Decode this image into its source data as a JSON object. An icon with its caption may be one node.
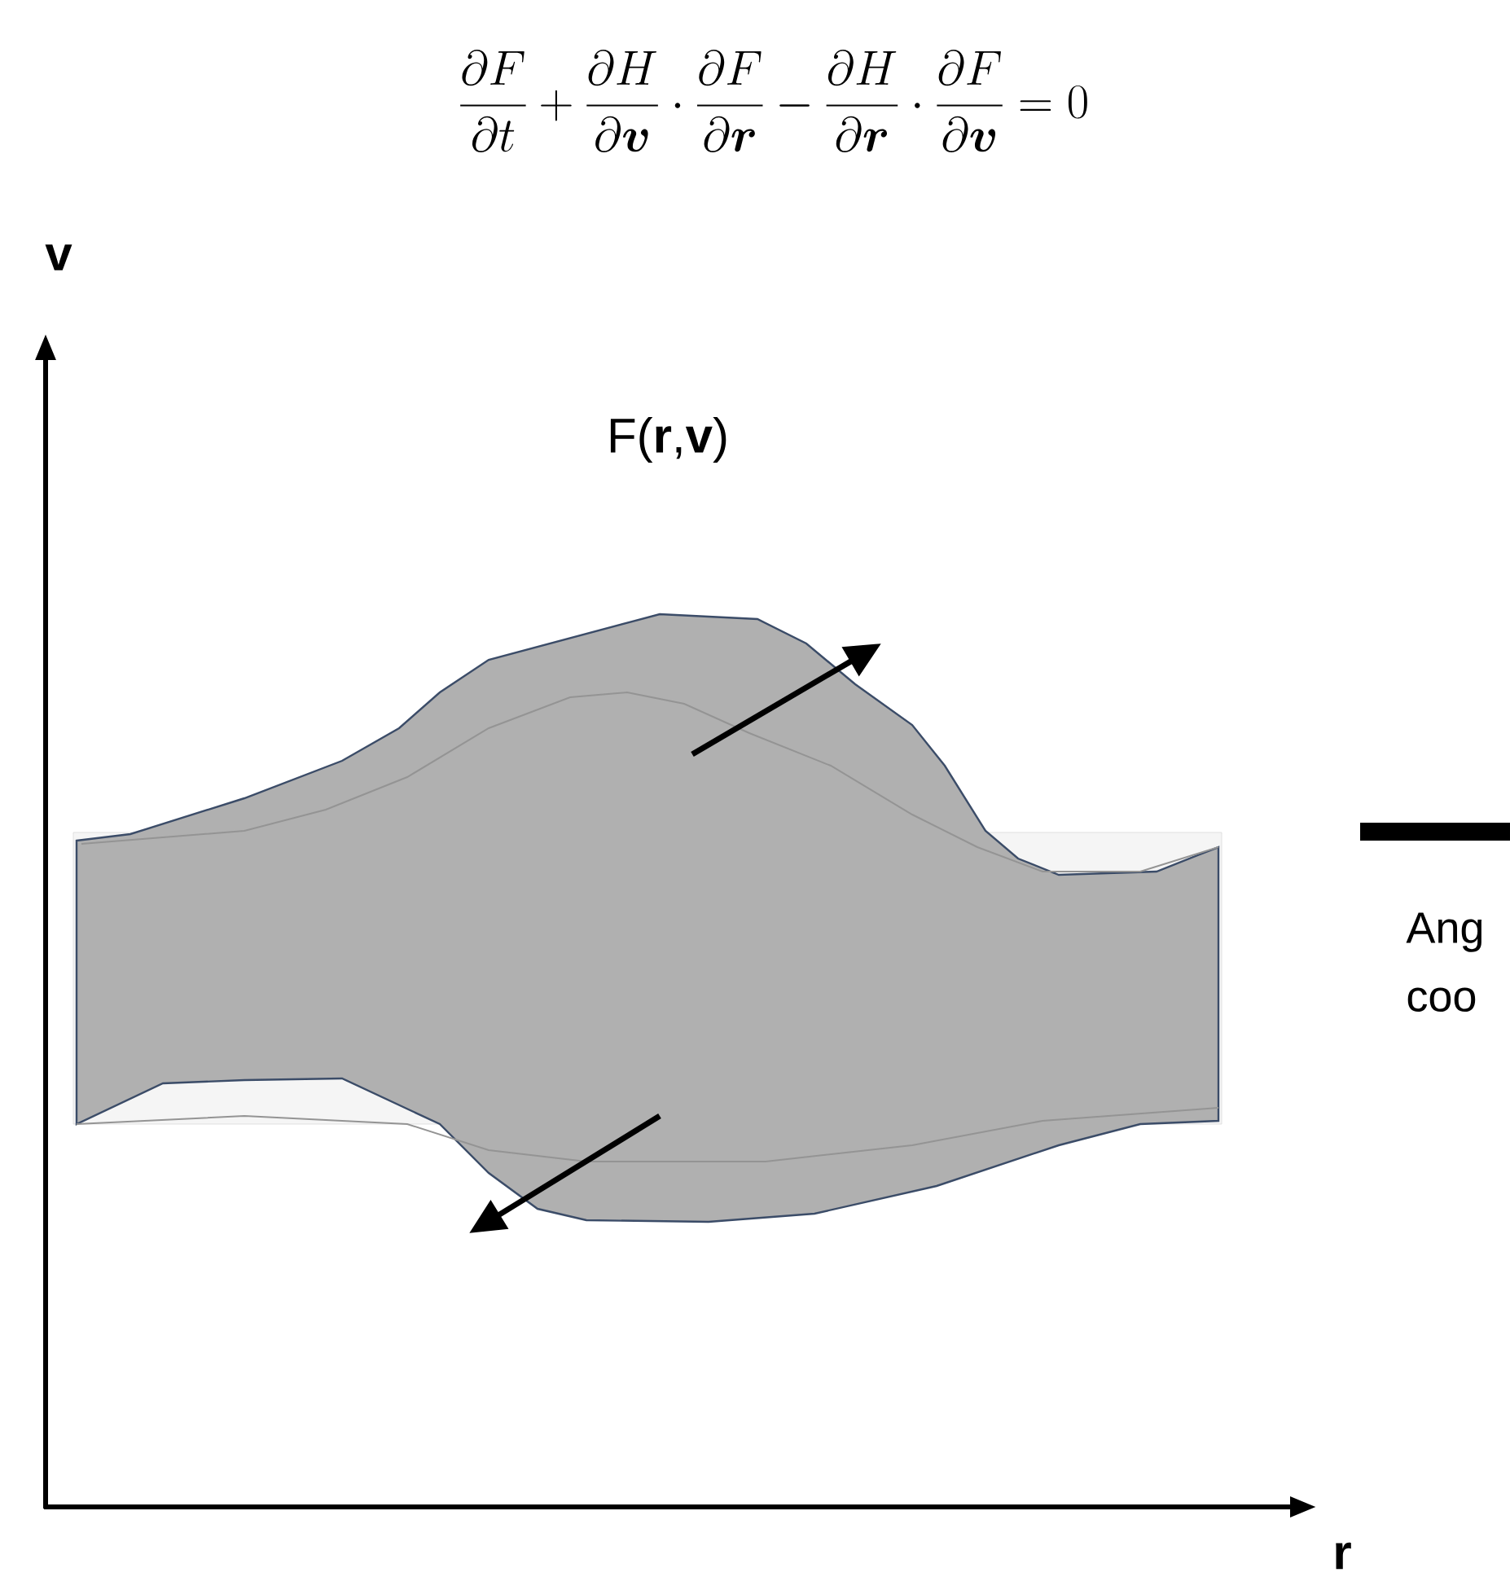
{
  "diagram": {
    "labels": [
      "\\frac{\\partial F}{\\partial t} + \\frac{\\partial H}{\\partial \\boldsymbol{v}} \\cdot \\frac{\\partial F}{\\partial \\boldsymbol{r}} - \\frac{\\partial H}{\\partial \\boldsymbol{r}} \\cdot \\frac{\\partial F}{\\partial \\boldsymbol{v}} = 0",
      "v",
      "F(**r**,**v**)",
      "Ang coo",
      "r"
    ]
  }
}
